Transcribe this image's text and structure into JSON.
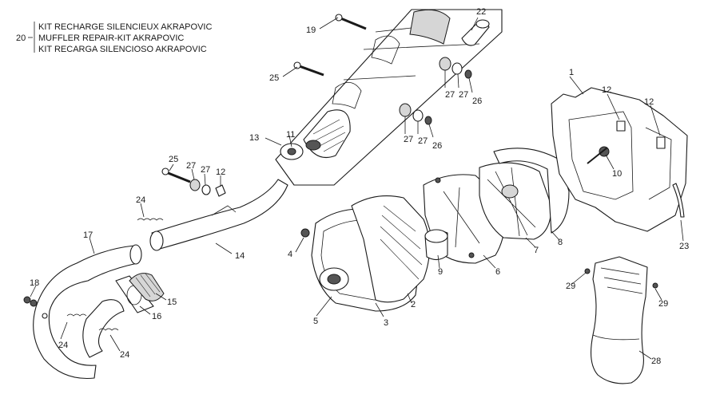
{
  "kit": {
    "number": "20",
    "lines": [
      "KIT RECHARGE SILENCIEUX AKRAPOVIC",
      "MUFFLER REPAIR-KIT AKRAPOVIC",
      "KIT RECARGA SILENCIOSO AKRAPOVIC"
    ]
  },
  "callouts": {
    "c1": "1",
    "c2": "2",
    "c3": "3",
    "c4": "4",
    "c5": "5",
    "c6": "6",
    "c7": "7",
    "c8": "8",
    "c9": "9",
    "c10": "10",
    "c11": "11",
    "c12a": "12",
    "c12b": "12",
    "c12c": "12",
    "c13": "13",
    "c14": "14",
    "c15": "15",
    "c16": "16",
    "c17": "17",
    "c18": "18",
    "c19": "19",
    "c22": "22",
    "c23": "23",
    "c24a": "24",
    "c24b": "24",
    "c24c": "24",
    "c25a": "25",
    "c25b": "25",
    "c26a": "26",
    "c26b": "26",
    "c27a": "27",
    "c27b": "27",
    "c27c": "27",
    "c27d": "27",
    "c27e": "27",
    "c27f": "27",
    "c28": "28",
    "c29a": "29",
    "c29b": "29"
  }
}
